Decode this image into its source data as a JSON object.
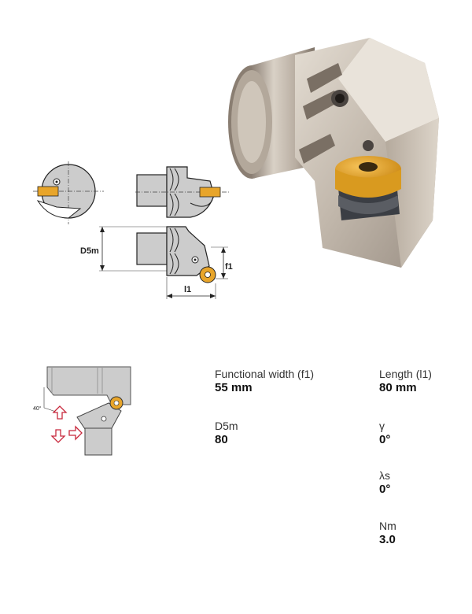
{
  "drawing": {
    "d5m_label": "D5m",
    "f1_label": "f1",
    "l1_label": "l1"
  },
  "application": {
    "angle_label": "40°"
  },
  "specs": [
    {
      "label": "Functional width (f1)",
      "value": "55 mm"
    },
    {
      "label": "Length (l1)",
      "value": "80 mm"
    },
    {
      "label": "D5m",
      "value": "80"
    },
    {
      "label": "γ",
      "value": "0°"
    },
    {
      "label": "λs",
      "value": "0°"
    },
    {
      "label": "Nm",
      "value": "3.0"
    }
  ],
  "colors": {
    "insert_gold": "#e8a52a",
    "steel": "#c9c2b8",
    "arrow_red": "#c8283c"
  }
}
